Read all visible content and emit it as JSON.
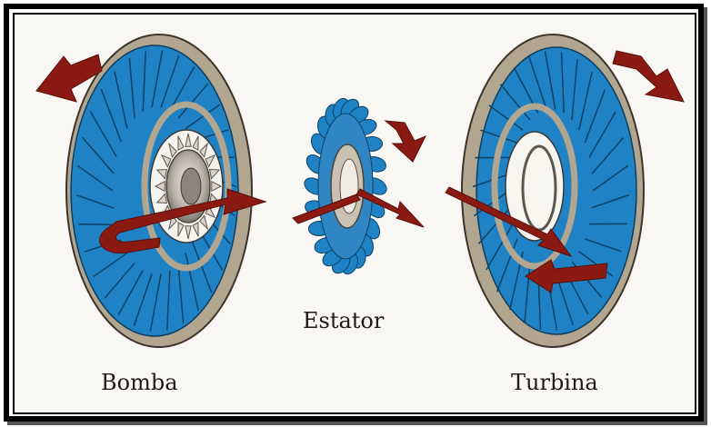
{
  "labels": {
    "bomba": "Bomba",
    "estator": "Estator",
    "turbina": "Turbina"
  },
  "colors": {
    "blade_blue": "#1f82c4",
    "blade_dark": "#10507e",
    "shell_tan": "#b3a691",
    "arrow_red": "#8b1a12",
    "border": "#000000"
  },
  "icons": {
    "pump": "pump-wheel-icon",
    "stator": "stator-wheel-icon",
    "turbine": "turbine-wheel-icon",
    "rotation_arrow": "curved-arrow-icon",
    "flow_arrow": "flow-arrow-icon"
  }
}
